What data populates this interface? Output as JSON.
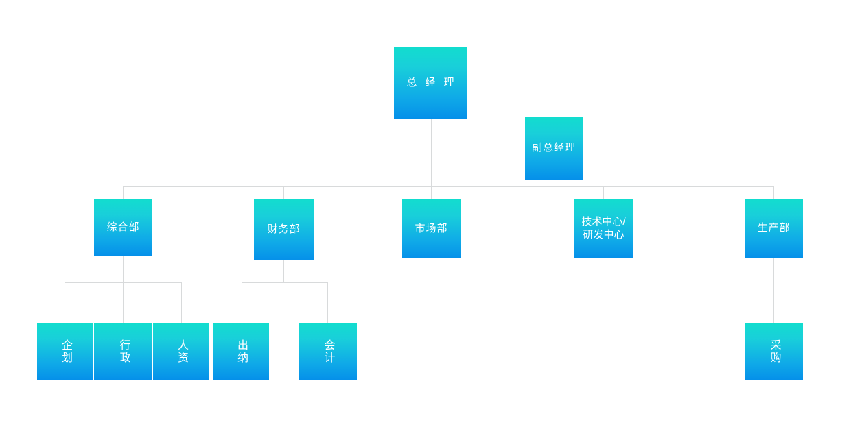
{
  "chart_title": "",
  "theme": {
    "node_gradient_top": "#12DDCE",
    "node_gradient_bottom": "#0590E9",
    "connector_color": "#d8dadb",
    "background": "#ffffff",
    "text_color": "#ffffff"
  },
  "chart_data": {
    "type": "diagram",
    "diagram_kind": "organization-chart",
    "levels": 3,
    "nodes": [
      {
        "id": "gm",
        "label": "总 经 理",
        "level": 0,
        "parent": null
      },
      {
        "id": "deputy_gm",
        "label": "副总经理",
        "level": 1,
        "parent": "gm"
      },
      {
        "id": "general",
        "label": "综合部",
        "level": 1,
        "parent": "gm"
      },
      {
        "id": "finance",
        "label": "财务部",
        "level": 1,
        "parent": "gm"
      },
      {
        "id": "market",
        "label": "市场部",
        "level": 1,
        "parent": "gm"
      },
      {
        "id": "tech",
        "label": "技术中心/\n研发中心",
        "level": 1,
        "parent": "gm"
      },
      {
        "id": "prod",
        "label": "生产部",
        "level": 1,
        "parent": "gm"
      },
      {
        "id": "planning",
        "label": "企划",
        "level": 2,
        "parent": "general"
      },
      {
        "id": "admin",
        "label": "行政",
        "level": 2,
        "parent": "general"
      },
      {
        "id": "hr",
        "label": "人资",
        "level": 2,
        "parent": "general"
      },
      {
        "id": "cashier",
        "label": "出纳",
        "level": 2,
        "parent": "finance"
      },
      {
        "id": "accounting",
        "label": "会计",
        "level": 2,
        "parent": "finance"
      },
      {
        "id": "purchase",
        "label": "采购",
        "level": 2,
        "parent": "prod"
      }
    ],
    "edges": [
      {
        "from": "gm",
        "to": "deputy_gm"
      },
      {
        "from": "gm",
        "to": "general"
      },
      {
        "from": "gm",
        "to": "finance"
      },
      {
        "from": "gm",
        "to": "market"
      },
      {
        "from": "gm",
        "to": "tech"
      },
      {
        "from": "gm",
        "to": "prod"
      },
      {
        "from": "general",
        "to": "planning"
      },
      {
        "from": "general",
        "to": "admin"
      },
      {
        "from": "general",
        "to": "hr"
      },
      {
        "from": "finance",
        "to": "cashier"
      },
      {
        "from": "finance",
        "to": "accounting"
      },
      {
        "from": "prod",
        "to": "purchase"
      }
    ]
  },
  "nodes": {
    "gm": {
      "label": "总 经 理"
    },
    "deputy_gm": {
      "label": "副总经理"
    },
    "general": {
      "label": "综合部"
    },
    "finance": {
      "label": "财务部"
    },
    "market": {
      "label": "市场部"
    },
    "tech": {
      "label": "技术中心/\n研发中心"
    },
    "prod": {
      "label": "生产部"
    },
    "planning": {
      "label": "企划"
    },
    "admin": {
      "label": "行政"
    },
    "hr": {
      "label": "人资"
    },
    "cashier": {
      "label": "出纳"
    },
    "accounting": {
      "label": "会计"
    },
    "purchase": {
      "label": "采购"
    }
  }
}
